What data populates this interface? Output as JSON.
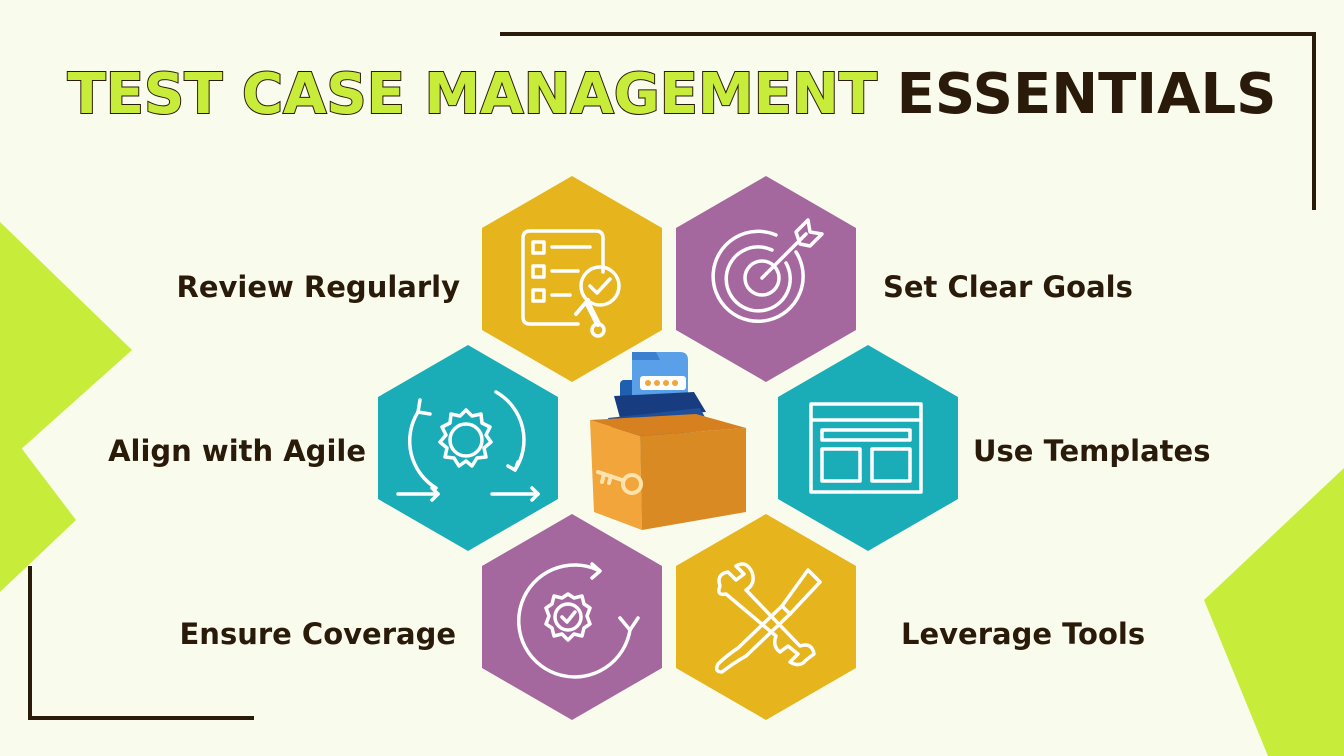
{
  "title": {
    "part1": "TEST CASE MANAGEMENT",
    "part2": "ESSENTIALS"
  },
  "items": [
    {
      "label": "Review Regularly",
      "icon": "checklist-magnifier-icon",
      "color": "#e6b41c"
    },
    {
      "label": "Set Clear Goals",
      "icon": "target-arrow-icon",
      "color": "#a4679e"
    },
    {
      "label": "Align with Agile",
      "icon": "gear-cycle-icon",
      "color": "#1aadb8"
    },
    {
      "label": "Use Templates",
      "icon": "template-layout-icon",
      "color": "#1aadb8"
    },
    {
      "label": "Ensure Coverage",
      "icon": "badge-refresh-icon",
      "color": "#a4679e"
    },
    {
      "label": "Leverage Tools",
      "icon": "wrench-screwdriver-icon",
      "color": "#e6b41c"
    }
  ],
  "center": {
    "icon": "file-box-key-icon"
  },
  "colors": {
    "accent": "#c8ec3a",
    "dark": "#2a1a0a",
    "background": "#f9fbed"
  }
}
